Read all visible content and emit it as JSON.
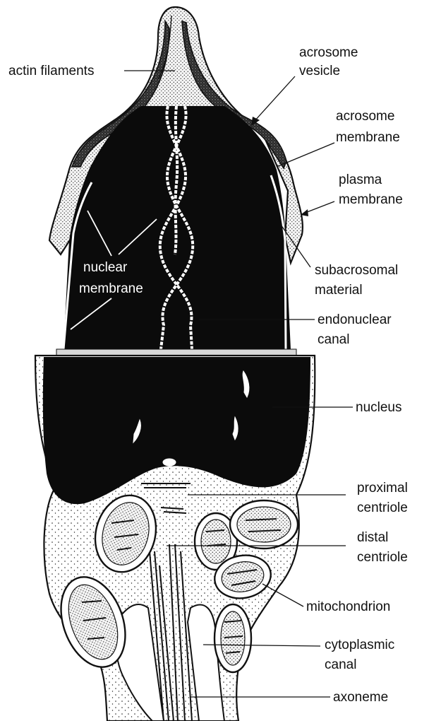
{
  "labels": {
    "actin_filaments": "actin filaments",
    "acrosome_vesicle": [
      "acrosome",
      "vesicle"
    ],
    "acrosome_membrane": [
      "acrosome",
      "membrane"
    ],
    "plasma_membrane": [
      "plasma",
      "membrane"
    ],
    "nuclear_membrane": [
      "nuclear",
      "membrane"
    ],
    "subacrosomal_material": [
      "subacrosomal",
      "material"
    ],
    "endonuclear_canal": [
      "endonuclear",
      "canal"
    ],
    "nucleus": "nucleus",
    "proximal_centriole": [
      "proximal",
      "centriole"
    ],
    "distal_centriole": [
      "distal",
      "centriole"
    ],
    "mitochondrion": "mitochondrion",
    "cytoplasmic_canal": [
      "cytoplasmic",
      "canal"
    ],
    "axoneme": "axoneme"
  },
  "colors": {
    "ink": "#111111",
    "dense": "#0b0b0b",
    "background": "#ffffff"
  }
}
